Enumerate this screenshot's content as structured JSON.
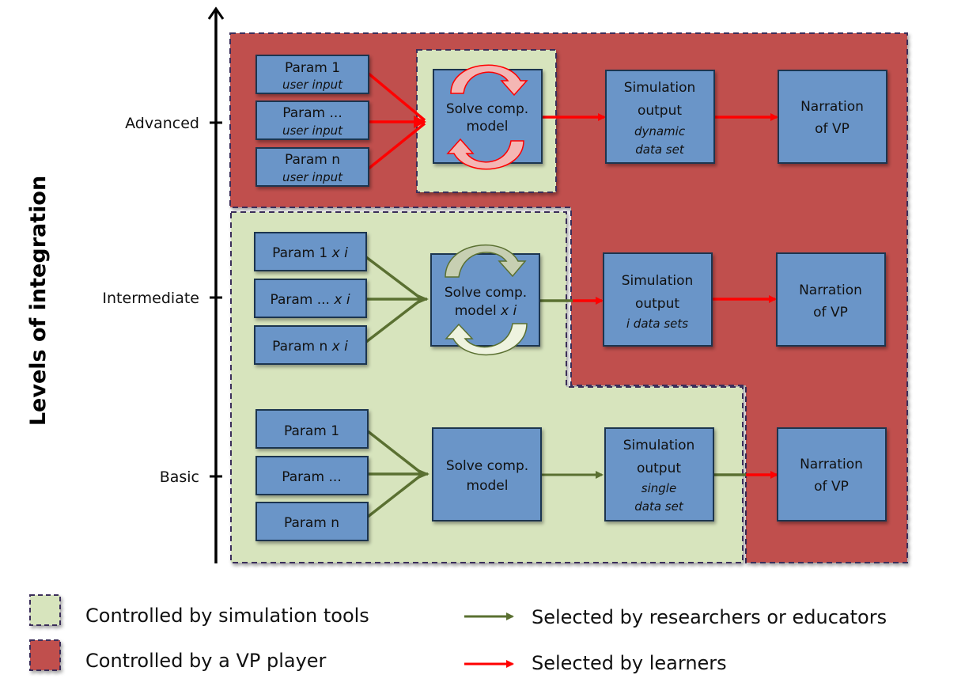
{
  "axis": {
    "title": "Levels of integration",
    "levels": [
      "Advanced",
      "Intermediate",
      "Basic"
    ]
  },
  "colors": {
    "vp_player_region": "#c0504d",
    "simulation_tools_region": "#d7e4bd",
    "box_fill": "#6a95c8",
    "box_border": "#1f3550",
    "researcher_arrow": "#5a7031",
    "learner_arrow": "#ff0000",
    "region_border": "#3b2f5a"
  },
  "rows": {
    "advanced": {
      "params": [
        {
          "name": "Param 1",
          "sub": "user input"
        },
        {
          "name": "Param ...",
          "sub": "user input"
        },
        {
          "name": "Param n",
          "sub": "user input"
        }
      ],
      "solver": {
        "line1": "Solve comp.",
        "line2": "model"
      },
      "output": {
        "line1": "Simulation",
        "line2": "output",
        "sub1": "dynamic",
        "sub2": "data set"
      },
      "narration": {
        "line1": "Narration",
        "line2": "of VP"
      }
    },
    "intermediate": {
      "params": [
        {
          "name": "Param 1",
          "suffix": "x i"
        },
        {
          "name": "Param ...",
          "suffix": "x i"
        },
        {
          "name": "Param n",
          "suffix": "x i"
        }
      ],
      "solver": {
        "line1": "Solve comp.",
        "line2": "model",
        "suffix": "x i"
      },
      "output": {
        "line1": "Simulation",
        "line2": "output",
        "sub1": "i data sets"
      },
      "narration": {
        "line1": "Narration",
        "line2": "of VP"
      }
    },
    "basic": {
      "params": [
        {
          "name": "Param 1"
        },
        {
          "name": "Param ..."
        },
        {
          "name": "Param n"
        }
      ],
      "solver": {
        "line1": "Solve comp.",
        "line2": "model"
      },
      "output": {
        "line1": "Simulation",
        "line2": "output",
        "sub1": "single",
        "sub2": "data set"
      },
      "narration": {
        "line1": "Narration",
        "line2": "of VP"
      }
    }
  },
  "legend": {
    "simulation_tools": "Controlled by simulation tools",
    "vp_player": "Controlled by a VP player",
    "researchers": "Selected by researchers or educators",
    "learners": "Selected by learners"
  }
}
